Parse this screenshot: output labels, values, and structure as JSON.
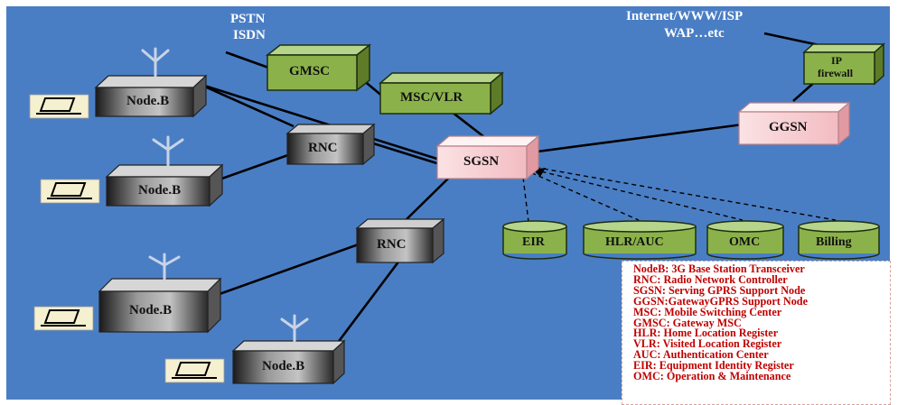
{
  "diagram": {
    "colors": {
      "background": "#4a7ec4",
      "core_node_green": "#8bb24a",
      "gateway_node_pink": "#f4c8cc",
      "node_b_gray": "#3c3c3c",
      "database_green": "#8bb24a",
      "legend_text": "#c00000"
    },
    "external_labels": {
      "pstn": "PSTN",
      "isdn": "ISDN",
      "internet": "Internet/WWW/ISP",
      "wap": "WAP…etc"
    },
    "nodes": {
      "gmsc": "GMSC",
      "msc_vlr": "MSC/VLR",
      "ip_firewall_line1": "IP",
      "ip_firewall_line2": "firewall",
      "ggsn": "GGSN",
      "sgsn": "SGSN",
      "rnc_upper": "RNC",
      "rnc_lower": "RNC",
      "nodeb_1": "Node.B",
      "nodeb_2": "Node.B",
      "nodeb_3": "Node.B",
      "nodeb_4": "Node.B"
    },
    "databases": {
      "eir": "EIR",
      "hlr_auc": "HLR/AUC",
      "omc": "OMC",
      "billing": "Billing"
    },
    "icons": {
      "antenna": "antenna-icon",
      "laptop": "laptop-icon"
    },
    "legend": [
      "NodeB: 3G Base Station Transceiver",
      "RNC: Radio Network Controller",
      "SGSN: Serving GPRS Support Node",
      "GGSN:GatewayGPRS Support Node",
      "MSC: Mobile Switching Center",
      "GMSC: Gateway MSC",
      "HLR: Home Location Register",
      "VLR: Visited Location Register",
      "AUC: Authentication Center",
      "EIR: Equipment Identity Register",
      "OMC: Operation & Maintenance"
    ]
  }
}
